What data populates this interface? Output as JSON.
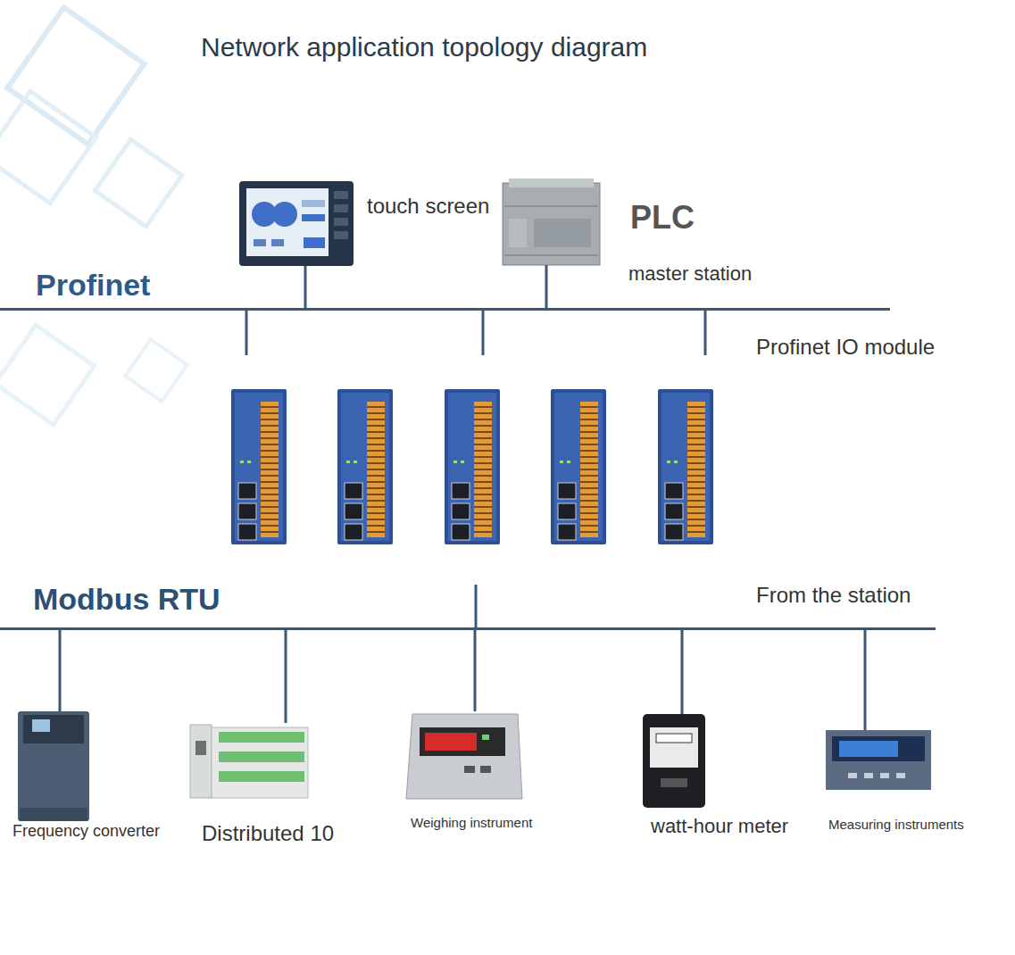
{
  "diagram": {
    "title": "Network application topology diagram",
    "nodes": [
      {
        "text": [
          "touch screen"
        ]
      },
      {
        "text": [
          "PLC",
          "master station"
        ]
      },
      {
        "text": [
          "Profinet"
        ]
      },
      {
        "text": [
          "Modbus RTU"
        ]
      },
      {
        "text": [
          "Frequency converter"
        ]
      },
      {
        "text": [
          "Distributed 10"
        ]
      },
      {
        "text": [
          "Weighing instrument"
        ]
      },
      {
        "text": [
          "watt-hour meter"
        ]
      },
      {
        "text": [
          "Measuring instruments"
        ]
      }
    ],
    "edges": [
      {
        "from": 0,
        "to": 2,
        "arrow": "none"
      },
      {
        "from": 1,
        "to": 2,
        "arrow": "none"
      },
      {
        "from": 3,
        "to": 4,
        "arrow": "none"
      },
      {
        "from": 3,
        "to": 5,
        "arrow": "none"
      },
      {
        "from": 3,
        "to": 6,
        "arrow": "none"
      },
      {
        "from": 3,
        "to": 7,
        "arrow": "none"
      },
      {
        "from": 3,
        "to": 8,
        "arrow": "none"
      }
    ],
    "labels": [
      "Profinet IO module",
      "From the station"
    ]
  }
}
